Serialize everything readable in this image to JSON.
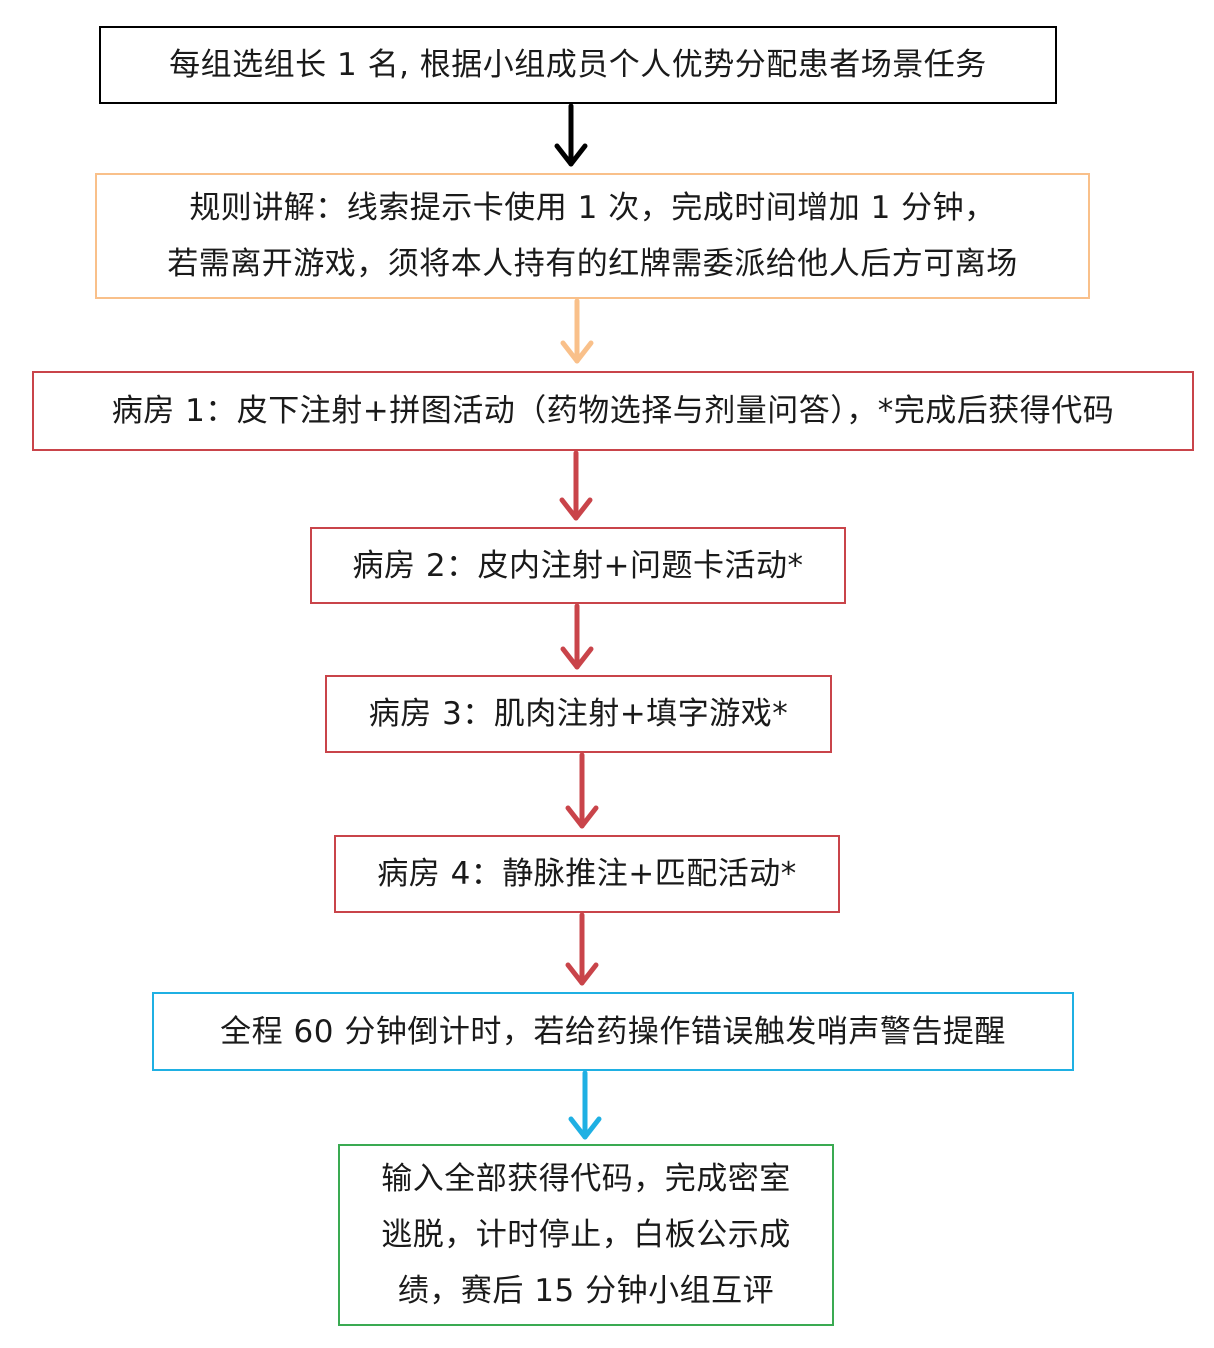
{
  "flowchart": {
    "steps": [
      {
        "lines": [
          "每组选组长 1 名, 根据小组成员个人优势分配患者场景任务"
        ],
        "color": "#000000"
      },
      {
        "lines": [
          "规则讲解：线索提示卡使用 1 次，完成时间增加 1 分钟，",
          "若需离开游戏，须将本人持有的红牌需委派给他人后方可离场"
        ],
        "color": "#f9c08a"
      },
      {
        "lines": [
          "病房 1：皮下注射+拼图活动（药物选择与剂量问答），*完成后获得代码"
        ],
        "color": "#c9444a"
      },
      {
        "lines": [
          "病房 2：皮内注射+问题卡活动*"
        ],
        "color": "#c9444a"
      },
      {
        "lines": [
          "病房 3：肌肉注射+填字游戏*"
        ],
        "color": "#c9444a"
      },
      {
        "lines": [
          "病房 4：静脉推注+匹配活动*"
        ],
        "color": "#c9444a"
      },
      {
        "lines": [
          "全程 60 分钟倒计时，若给药操作错误触发哨声警告提醒"
        ],
        "color": "#1fb0e3"
      },
      {
        "lines": [
          "输入全部获得代码，完成密室",
          "逃脱，计时停止，白板公示成",
          "绩，赛后 15 分钟小组互评"
        ],
        "color": "#3aaa52"
      }
    ],
    "arrow_colors": [
      "#000000",
      "#f9c08a",
      "#c9444a",
      "#c9444a",
      "#c9444a",
      "#c9444a",
      "#1fb0e3"
    ]
  }
}
